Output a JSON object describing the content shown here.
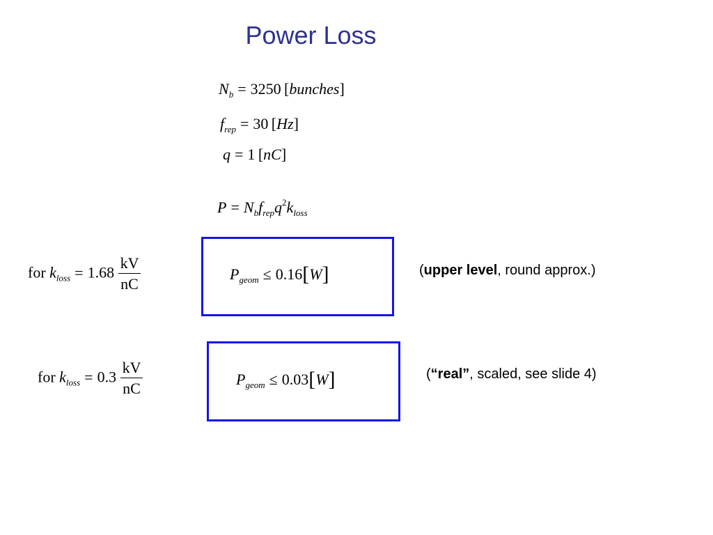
{
  "title": "Power Loss",
  "params": {
    "nb": {
      "symbol": "N",
      "sub": "b",
      "op": "=",
      "value": "3250",
      "unit": "bunches"
    },
    "frep": {
      "symbol": "f",
      "sub": "rep",
      "op": "=",
      "value": "30",
      "unit": "Hz"
    },
    "q": {
      "symbol": "q",
      "op": "=",
      "value": "1",
      "unit": "nC"
    }
  },
  "formula": {
    "lhs": "P",
    "op": "=",
    "n": "N",
    "n_sub": "b",
    "f": "f",
    "f_sub": "rep",
    "q": "q",
    "q_sup": "2",
    "k": "k",
    "k_sub": "loss"
  },
  "case1": {
    "for": "for",
    "k": "k",
    "k_sub": "loss",
    "op": "=",
    "value": "1.68",
    "unit_num": "kV",
    "unit_den": "nC",
    "result_sym": "P",
    "result_sub": "geom",
    "result_op": "≤",
    "result_value": "0.16",
    "result_unit": "W",
    "note_open": "(",
    "note_bold": "upper level",
    "note_rest": ", round approx.)"
  },
  "case2": {
    "for": "for",
    "k": "k",
    "k_sub": "loss",
    "op": "=",
    "value": "0.3",
    "unit_num": "kV",
    "unit_den": "nC",
    "result_sym": "P",
    "result_sub": "geom",
    "result_op": "≤",
    "result_value": "0.03",
    "result_unit": "W",
    "note_open": "(",
    "note_bold": "“real”",
    "note_rest": ", scaled, see slide 4)"
  },
  "colors": {
    "title": "#2e3192",
    "box_border": "#1414e6"
  }
}
